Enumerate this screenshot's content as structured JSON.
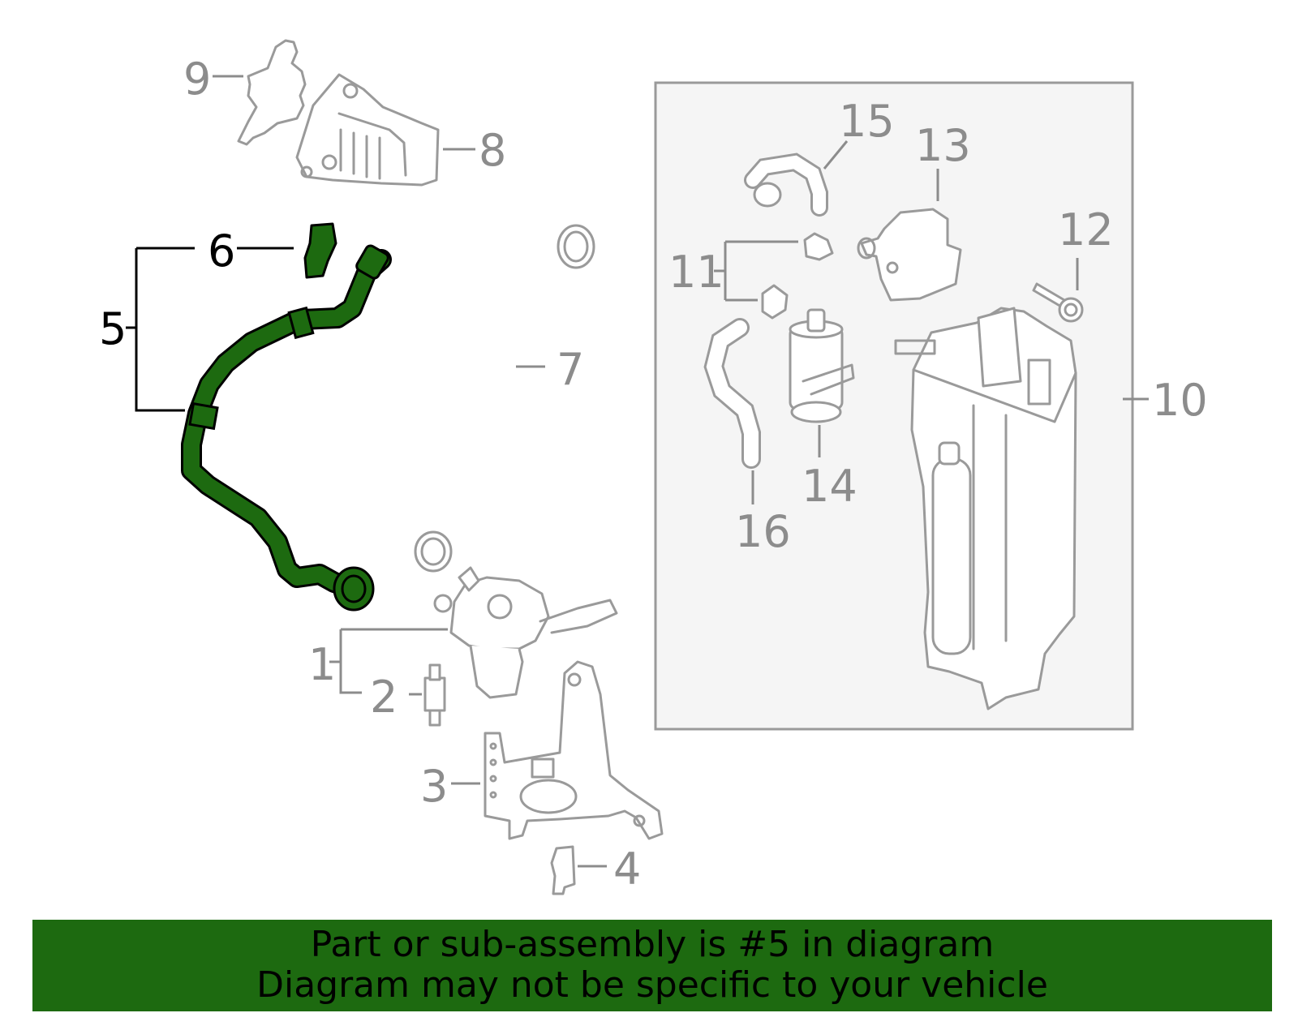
{
  "callouts": {
    "c1": "1",
    "c2": "2",
    "c3": "3",
    "c4": "4",
    "c5": "5",
    "c6": "6",
    "c7": "7",
    "c8": "8",
    "c9": "9",
    "c10": "10",
    "c11": "11",
    "c12": "12",
    "c13": "13",
    "c14": "14",
    "c15": "15",
    "c16": "16"
  },
  "highlight": {
    "part_number": "5",
    "color": "#1d6a10"
  },
  "colors": {
    "part_outline": "#9a9a9a",
    "callout_gray": "#8c8c8c",
    "inset_bg": "#f5f5f5",
    "banner": "#1d6a10"
  },
  "banner": {
    "line1": "Part or sub-assembly is #5 in diagram",
    "line2": "Diagram may not be specific to your vehicle"
  }
}
